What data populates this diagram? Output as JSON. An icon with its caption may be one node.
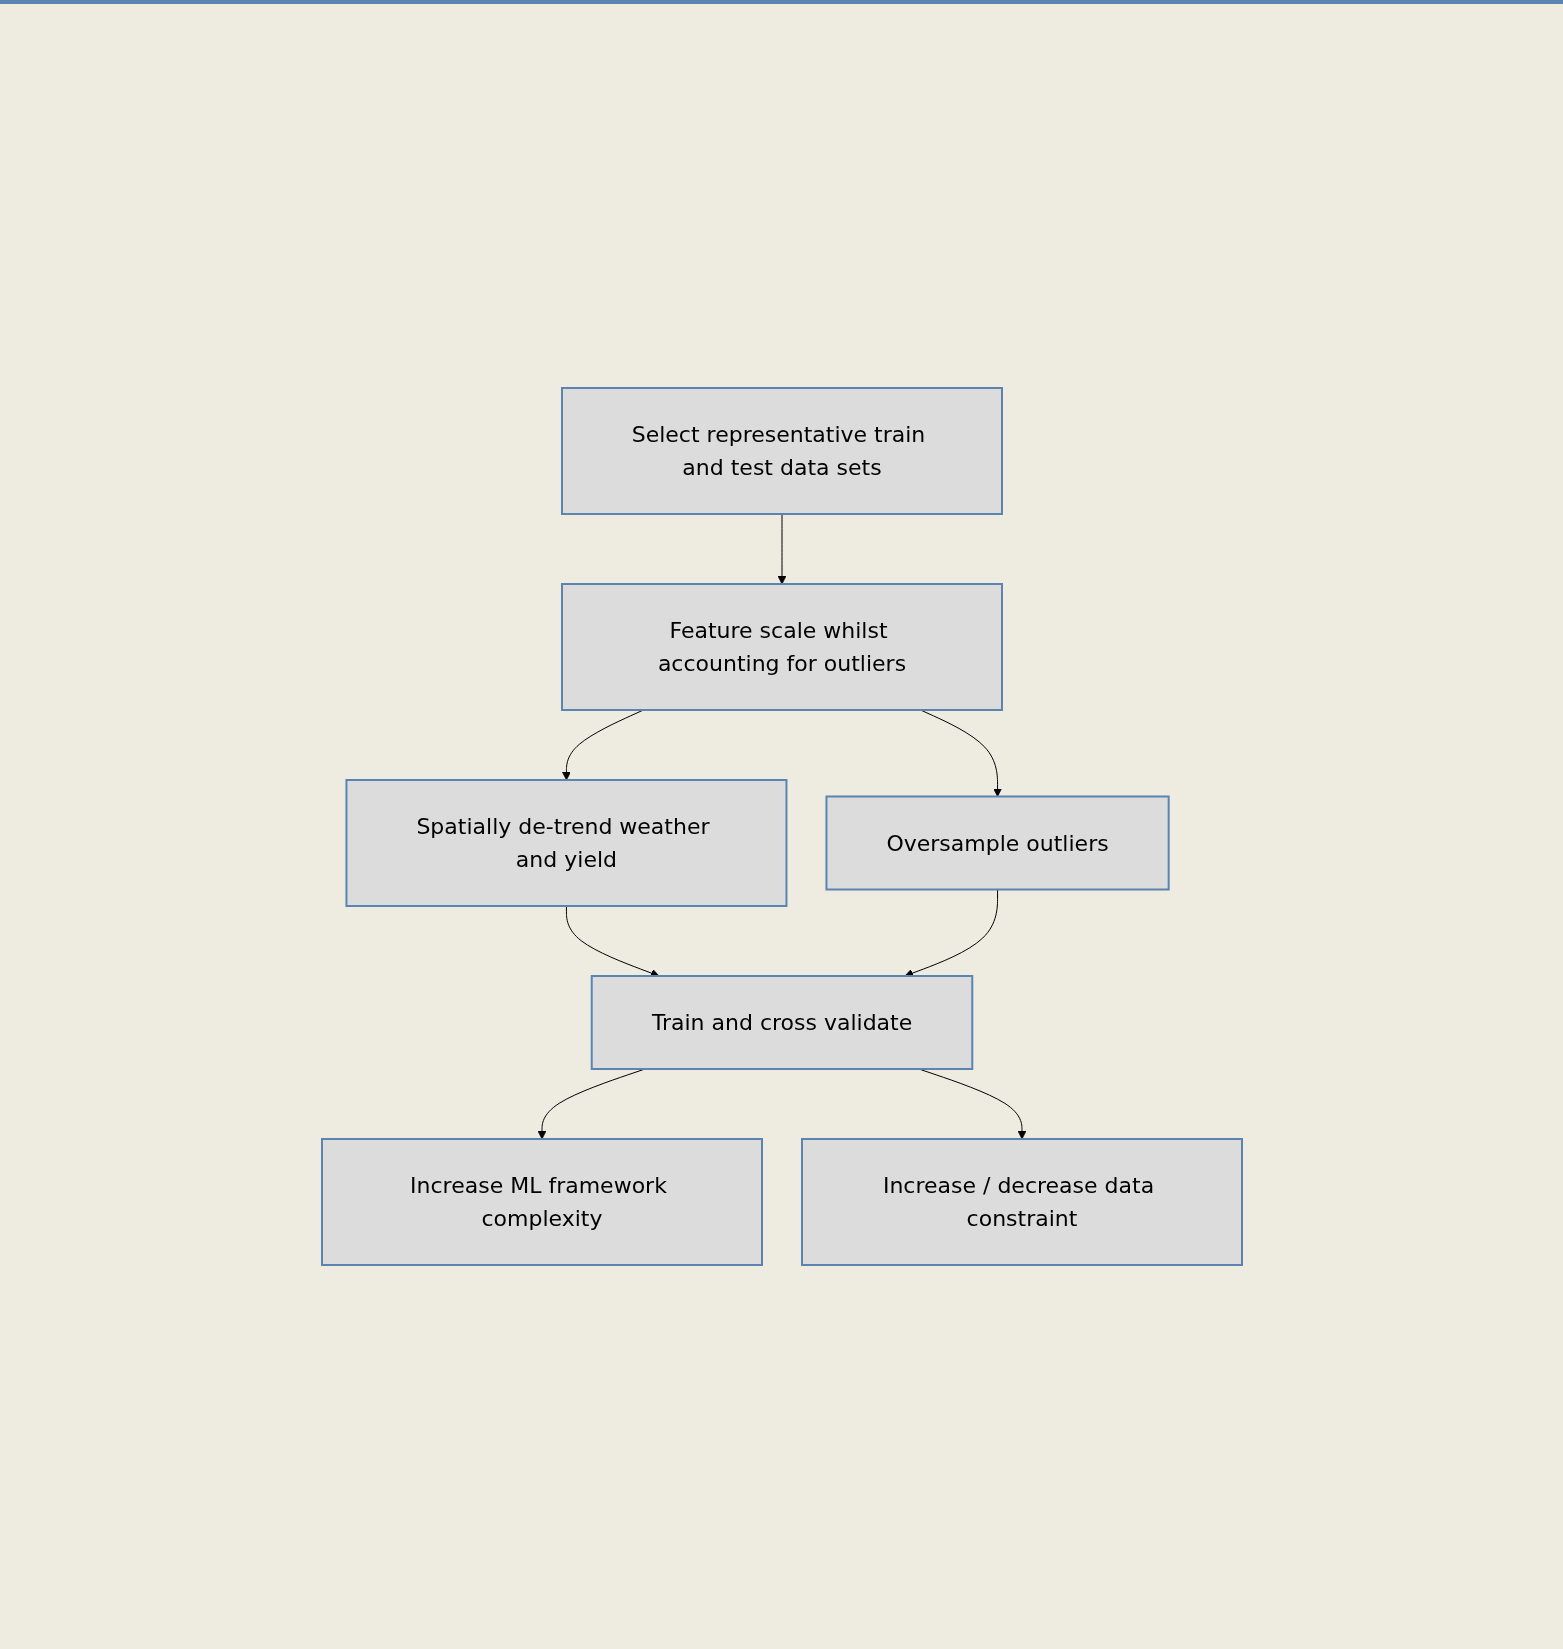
{
  "diagram": {
    "nodes": [
      {
        "text": [
          "Select representative train and test data sets"
        ]
      },
      {
        "text": [
          "Feature scale whilst accounting for outliers"
        ]
      },
      {
        "text": [
          "Spatially de-trend weather and yield"
        ]
      },
      {
        "text": [
          "Oversample outliers"
        ]
      },
      {
        "text": [
          "Train and cross validate"
        ]
      },
      {
        "text": [
          "Increase ML framework complexity"
        ]
      },
      {
        "text": [
          "Increase / decrease data constraint"
        ]
      }
    ],
    "edges": [
      {
        "from": 0,
        "to": 1,
        "arrow": "to"
      },
      {
        "from": 1,
        "to": 2,
        "arrow": "to"
      },
      {
        "from": 1,
        "to": 3,
        "arrow": "to"
      },
      {
        "from": 2,
        "to": 4,
        "arrow": "to"
      },
      {
        "from": 3,
        "to": 4,
        "arrow": "to"
      },
      {
        "from": 4,
        "to": 5,
        "arrow": "to"
      },
      {
        "from": 4,
        "to": 6,
        "arrow": "to"
      }
    ]
  }
}
